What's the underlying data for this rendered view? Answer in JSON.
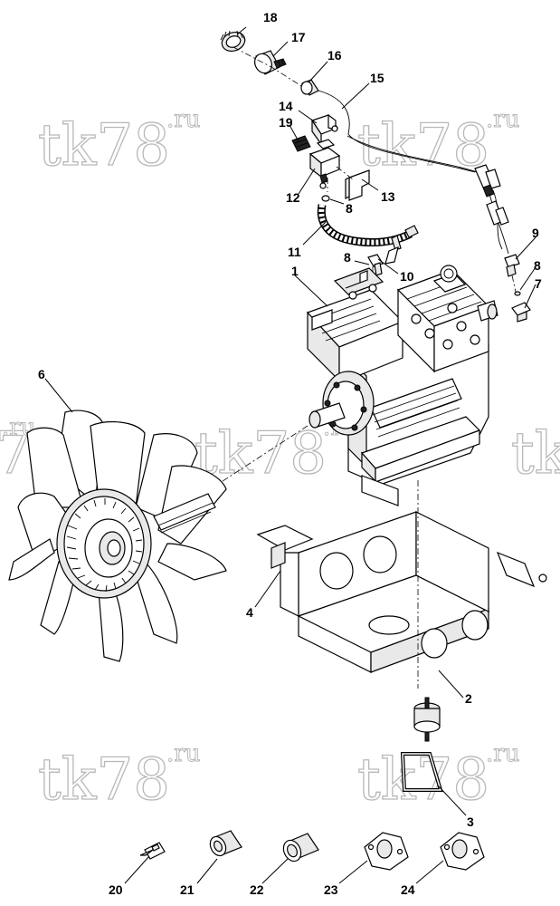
{
  "watermark": {
    "main": "tk78",
    "sup": ".ru"
  },
  "callouts": {
    "c1": "1",
    "c2": "2",
    "c3": "3",
    "c4": "4",
    "c5": "6",
    "c6": "7",
    "c7": "8",
    "c8": "8",
    "c9": "8",
    "c10": "9",
    "c11": "10",
    "c12": "11",
    "c13": "12",
    "c14": "13",
    "c15": "14",
    "c16": "15",
    "c17": "16",
    "c18": "17",
    "c19": "18",
    "c20": "19",
    "c21": "20",
    "c22": "21",
    "c23": "22",
    "c24": "23",
    "c25": "24"
  },
  "icons": {
    "compressor": "compressor-icon",
    "fan": "fan-icon",
    "bracket": "mounting-bracket-icon"
  }
}
